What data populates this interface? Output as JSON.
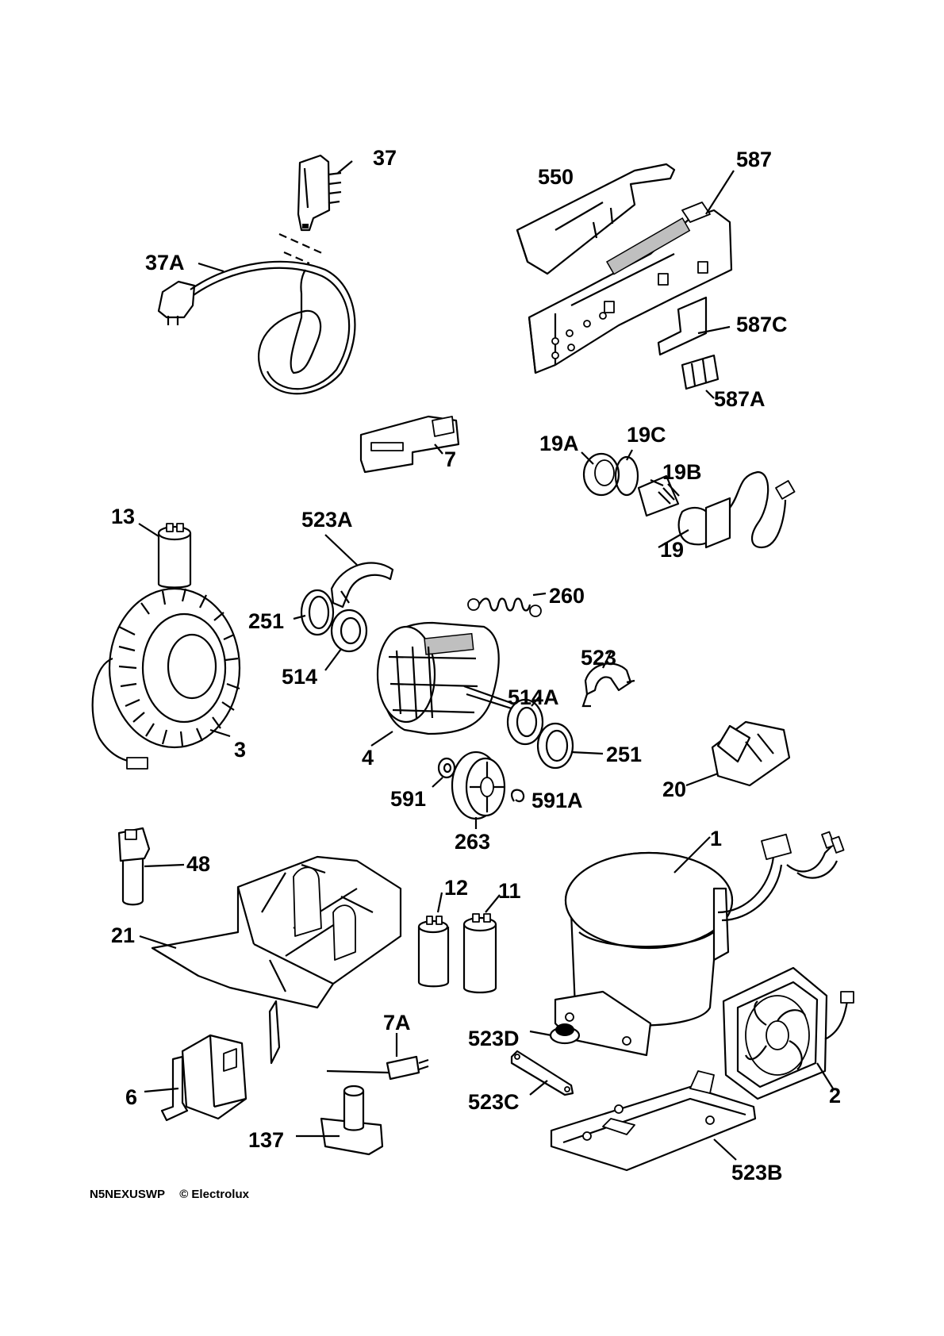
{
  "footer": {
    "model": "N5NEXUSWP",
    "copyright": "© Electrolux"
  },
  "callouts": [
    {
      "id": "37",
      "label": "37"
    },
    {
      "id": "37A",
      "label": "37A"
    },
    {
      "id": "550",
      "label": "550"
    },
    {
      "id": "587",
      "label": "587"
    },
    {
      "id": "587C",
      "label": "587C"
    },
    {
      "id": "587A",
      "label": "587A"
    },
    {
      "id": "7",
      "label": "7"
    },
    {
      "id": "19A",
      "label": "19A"
    },
    {
      "id": "19C",
      "label": "19C"
    },
    {
      "id": "19B",
      "label": "19B"
    },
    {
      "id": "19",
      "label": "19"
    },
    {
      "id": "13",
      "label": "13"
    },
    {
      "id": "523A",
      "label": "523A"
    },
    {
      "id": "260",
      "label": "260"
    },
    {
      "id": "251a",
      "label": "251"
    },
    {
      "id": "514",
      "label": "514"
    },
    {
      "id": "523",
      "label": "523"
    },
    {
      "id": "514A",
      "label": "514A"
    },
    {
      "id": "3",
      "label": "3"
    },
    {
      "id": "4",
      "label": "4"
    },
    {
      "id": "251b",
      "label": "251"
    },
    {
      "id": "20",
      "label": "20"
    },
    {
      "id": "591",
      "label": "591"
    },
    {
      "id": "591A",
      "label": "591A"
    },
    {
      "id": "263",
      "label": "263"
    },
    {
      "id": "1",
      "label": "1"
    },
    {
      "id": "48",
      "label": "48"
    },
    {
      "id": "12",
      "label": "12"
    },
    {
      "id": "11",
      "label": "11"
    },
    {
      "id": "21",
      "label": "21"
    },
    {
      "id": "523D",
      "label": "523D"
    },
    {
      "id": "7A",
      "label": "7A"
    },
    {
      "id": "2",
      "label": "2"
    },
    {
      "id": "6",
      "label": "6"
    },
    {
      "id": "523C",
      "label": "523C"
    },
    {
      "id": "137",
      "label": "137"
    },
    {
      "id": "523B",
      "label": "523B"
    }
  ]
}
